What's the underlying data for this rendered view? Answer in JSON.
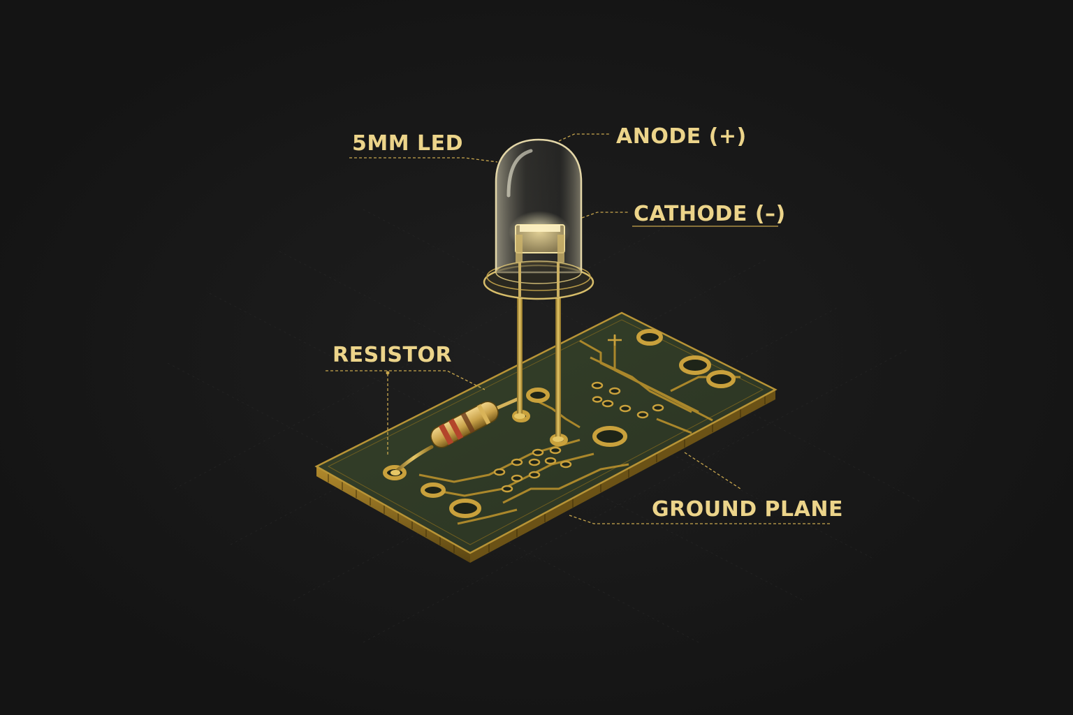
{
  "labels": {
    "led": "5MM LED",
    "anode": "ANODE (+)",
    "cathode": "CATHODE (–)",
    "resistor": "RESISTOR",
    "ground_plane": "GROUND PLANE"
  },
  "colors": {
    "background": "#161616",
    "label_gold": "#ecd48a",
    "gold": "#c9a13c",
    "gold_bright": "#e8c866",
    "board": "#2e3a25",
    "board_edge": "#8a6d1e",
    "resistor_band_red": "#b3452b"
  }
}
